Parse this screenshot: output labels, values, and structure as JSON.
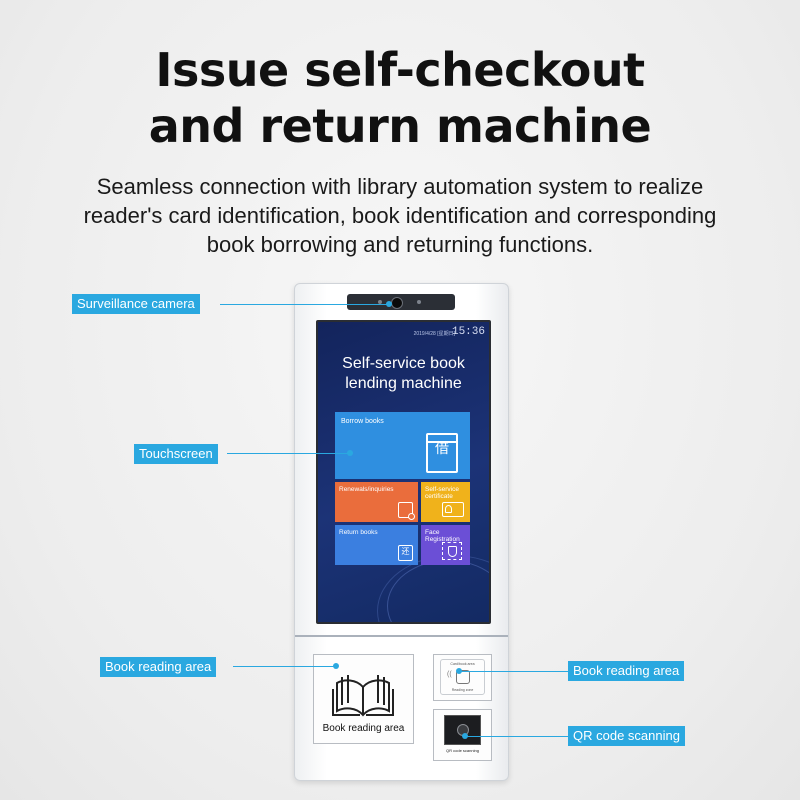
{
  "heading": {
    "title_line1": "Issue self-checkout",
    "title_line2": "and return machine",
    "subtitle_line1": "Seamless connection with library automation system to realize",
    "subtitle_line2": "reader's card identification, book identification and corresponding",
    "subtitle_line3": "book borrowing and returning functions."
  },
  "screen": {
    "date": "2019/4/28 [星期日]",
    "time": "15:36",
    "heading_line1": "Self-service book",
    "heading_line2": "lending machine",
    "tiles": {
      "borrow": {
        "label": "Borrow books",
        "icon_char": "借"
      },
      "renew": {
        "label": "Renewals/inquiries"
      },
      "cert": {
        "label_line1": "Self-service",
        "label_line2": "certificate"
      },
      "return": {
        "label": "Return books",
        "icon_char": "还"
      },
      "face": {
        "label_line1": "Face",
        "label_line2": "Registration"
      }
    }
  },
  "panel": {
    "read_box_label": "Book reading area",
    "rfid_top": "Card/book area",
    "rfid_bottom": "Reading zone",
    "qr_label": "QR code scanning"
  },
  "callouts": {
    "camera": "Surveillance camera",
    "touchscreen": "Touchscreen",
    "reading_left": "Book reading area",
    "reading_right": "Book reading area",
    "qr": "QR code scanning"
  },
  "colors": {
    "accent": "#2aa8e0",
    "tile_borrow": "#2f8fe0",
    "tile_renew": "#ea6d3c",
    "tile_cert": "#f0b21b",
    "tile_return": "#3b7fe0",
    "tile_face": "#6b4fd6"
  }
}
